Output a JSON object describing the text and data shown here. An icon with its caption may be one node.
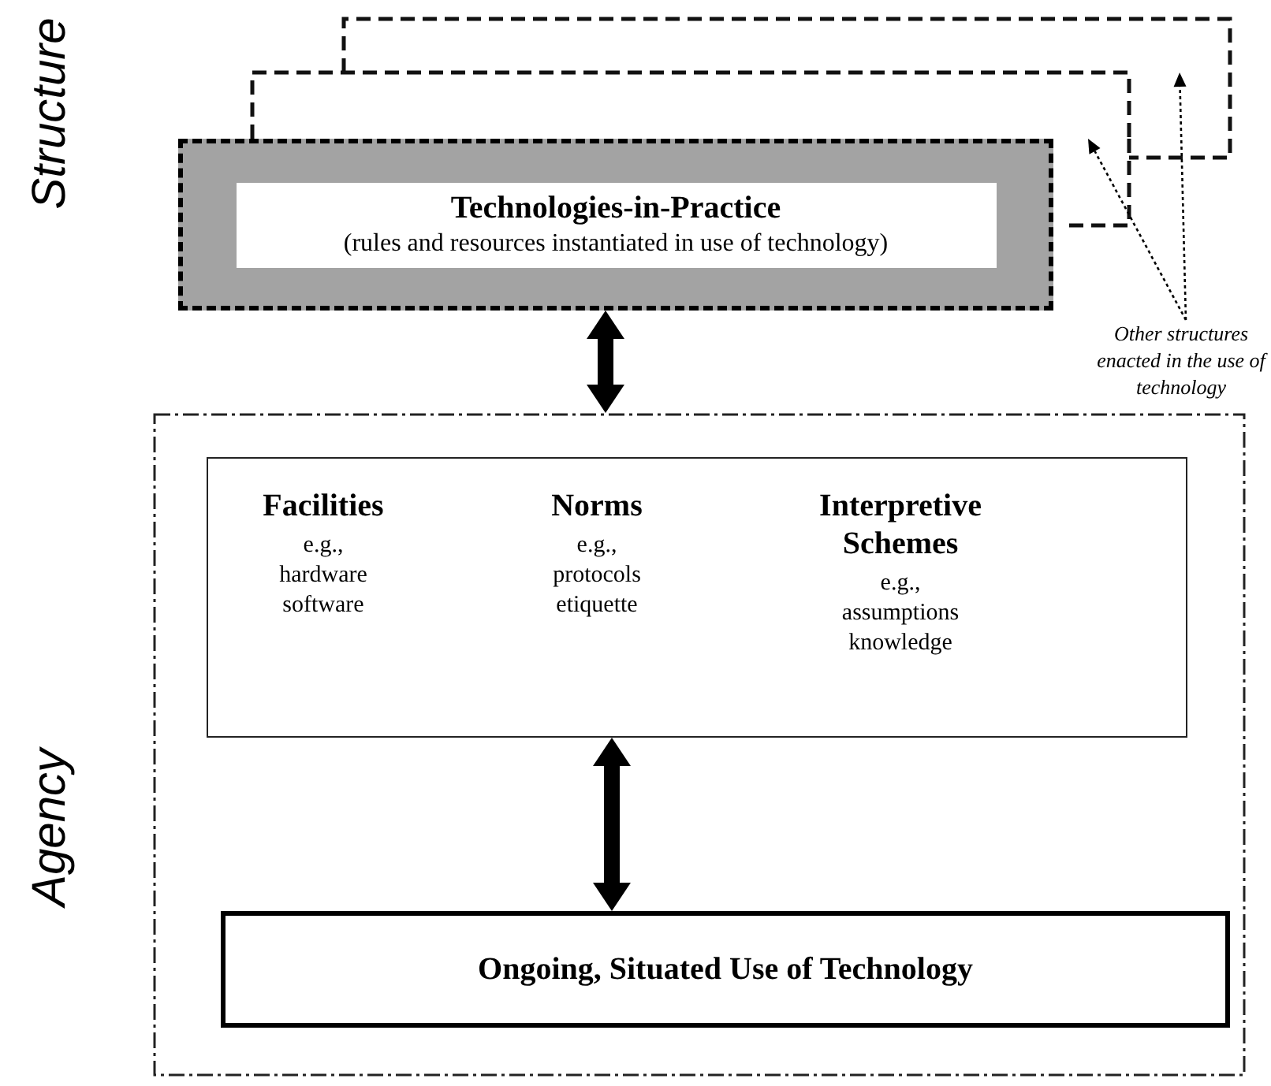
{
  "diagram": {
    "nodes": [
      {
        "text": [
          "Technologies-in-Practice",
          "(rules and resources instantiated in use of technology)"
        ]
      },
      {
        "text": [],
        "shape": "box"
      },
      {
        "text": [],
        "shape": "box"
      },
      {
        "text": [
          "Other structures enacted in the use of technology"
        ]
      },
      {
        "text": [
          "Agency"
        ]
      },
      {
        "text": [],
        "shape": "box",
        "in": 4
      },
      {
        "text": [
          "Facilities",
          "e.g., hardware software"
        ],
        "in": 5
      },
      {
        "text": [
          "Norms",
          "e.g., protocols etiquette"
        ],
        "in": 5
      },
      {
        "text": [
          "Interpretive Schemes",
          "e.g., assumptions knowledge"
        ],
        "in": 5
      },
      {
        "text": [
          "Ongoing, Situated Use of Technology"
        ],
        "in": 4
      }
    ],
    "edges": [
      {
        "from": 0,
        "to": 4,
        "arrow": "both",
        "style": "thick"
      },
      {
        "from": 5,
        "to": 9,
        "arrow": "both",
        "style": "thick"
      },
      {
        "from": 3,
        "to": 2,
        "arrow": "to",
        "style": "dashed"
      },
      {
        "from": 3,
        "to": 1,
        "arrow": "to",
        "style": "dashed"
      }
    ],
    "labels": [
      "Structure"
    ]
  }
}
